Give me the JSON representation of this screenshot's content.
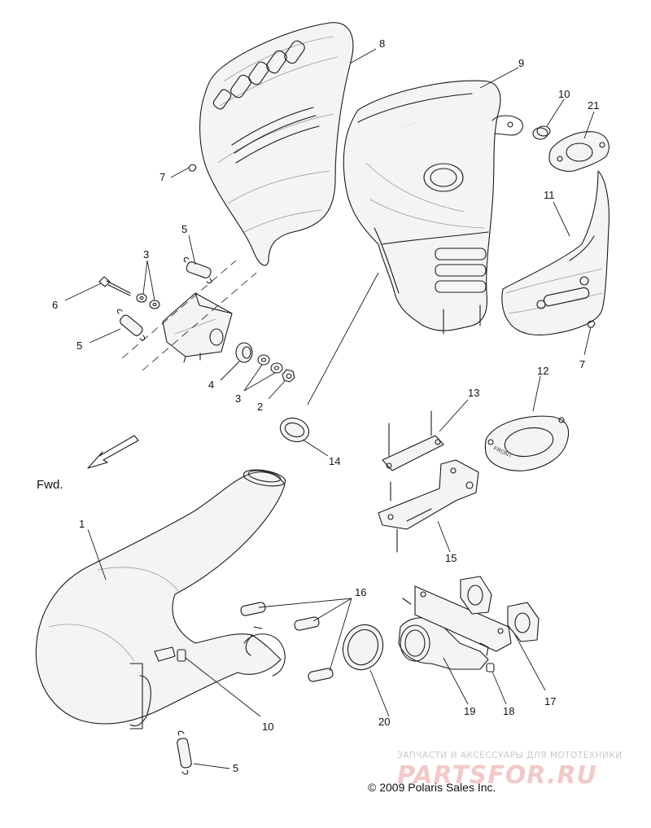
{
  "callouts": [
    {
      "id": "c8",
      "label": "8"
    },
    {
      "id": "c9",
      "label": "9"
    },
    {
      "id": "c10a",
      "label": "10"
    },
    {
      "id": "c21",
      "label": "21"
    },
    {
      "id": "c7a",
      "label": "7"
    },
    {
      "id": "c11",
      "label": "11"
    },
    {
      "id": "c5a",
      "label": "5"
    },
    {
      "id": "c3a",
      "label": "3"
    },
    {
      "id": "c6",
      "label": "6"
    },
    {
      "id": "c5b",
      "label": "5"
    },
    {
      "id": "c4",
      "label": "4"
    },
    {
      "id": "c3b",
      "label": "3"
    },
    {
      "id": "c2",
      "label": "2"
    },
    {
      "id": "c7b",
      "label": "7"
    },
    {
      "id": "c12",
      "label": "12"
    },
    {
      "id": "c13",
      "label": "13"
    },
    {
      "id": "c14",
      "label": "14"
    },
    {
      "id": "c15",
      "label": "15"
    },
    {
      "id": "c1",
      "label": "1"
    },
    {
      "id": "c16",
      "label": "16"
    },
    {
      "id": "c10b",
      "label": "10"
    },
    {
      "id": "c17",
      "label": "17"
    },
    {
      "id": "c18",
      "label": "18"
    },
    {
      "id": "c19",
      "label": "19"
    },
    {
      "id": "c20",
      "label": "20"
    },
    {
      "id": "c5c",
      "label": "5"
    }
  ],
  "direction_label": "Fwd.",
  "copyright": "© 2009 Polaris Sales Inc.",
  "watermark": {
    "tagline": "ЗАПЧАСТИ И АКСЕССУАРЫ ДЛЯ МОТОТЕХНИКИ",
    "logo_text": "PARTSFOR.RU"
  },
  "flange_text": "FRONT",
  "colors": {
    "line": "#1a1a1a",
    "watermark_red": "#e8a0a0",
    "watermark_grey": "#c9c9c9"
  }
}
